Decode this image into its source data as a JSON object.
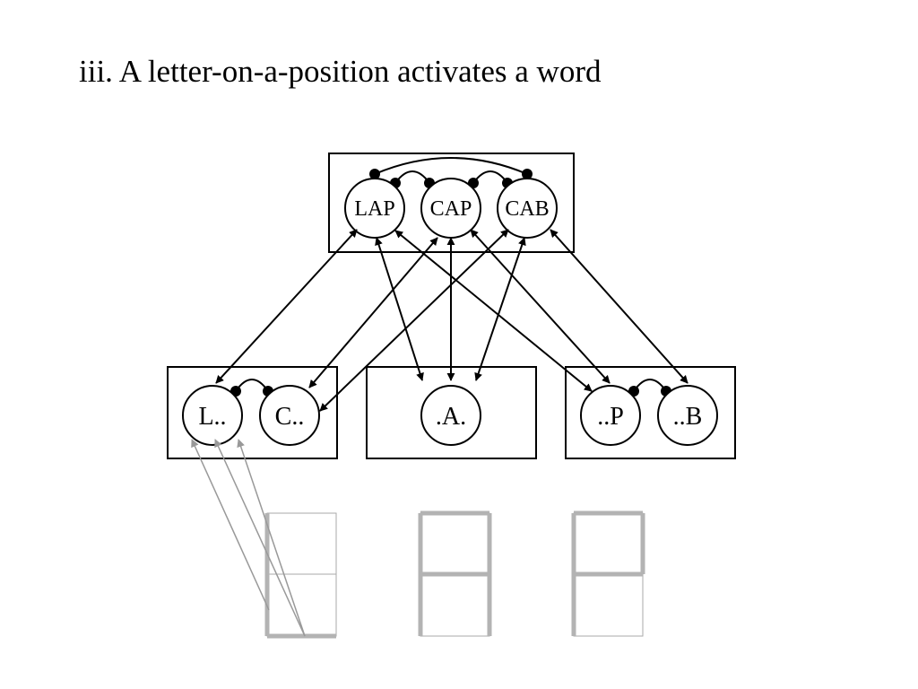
{
  "slide": {
    "title": "iii. A letter-on-a-position activates a word"
  },
  "words": [
    "LAP",
    "CAP",
    "CAB"
  ],
  "letter_slots": [
    {
      "letters": [
        "L..",
        "C.."
      ]
    },
    {
      "letters": [
        ".A."
      ]
    },
    {
      "letters": [
        "..P",
        "..B"
      ]
    }
  ],
  "colors": {
    "line": "#000000",
    "feature_line": "#999999",
    "segment_off": "#aaaaaa",
    "segment_on": "#b3b3b3"
  }
}
